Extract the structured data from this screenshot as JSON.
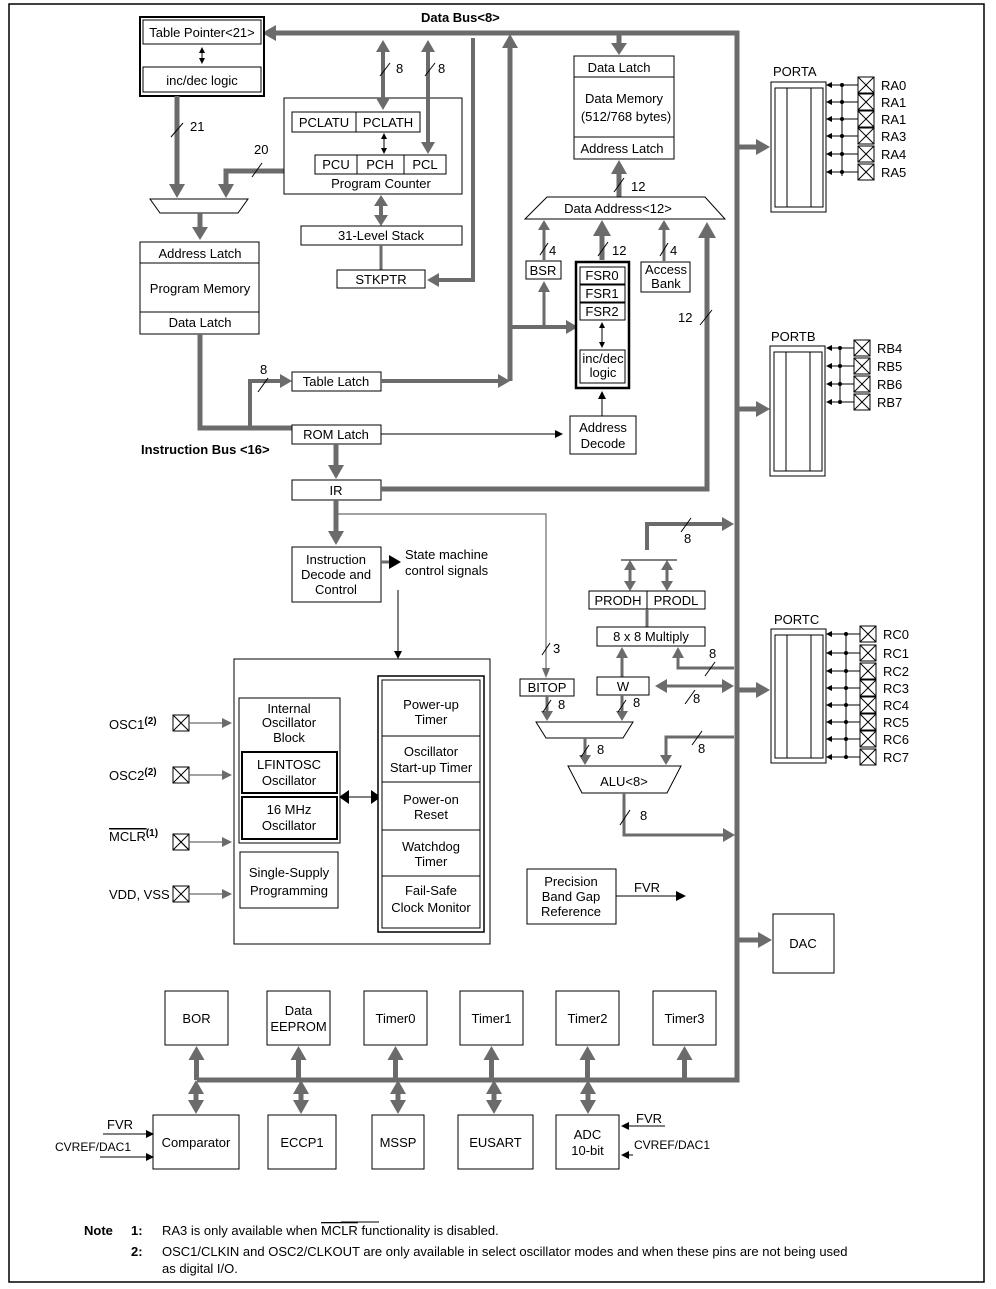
{
  "data_bus": "Data Bus<8>",
  "instruction_bus": "Instruction Bus <16>",
  "table_pointer": "Table Pointer<21>",
  "inc_dec_logic": "inc/dec logic",
  "pclatu": "PCLATU",
  "pclath": "PCLATH",
  "pcu": "PCU",
  "pch": "PCH",
  "pcl": "PCL",
  "program_counter": "Program Counter",
  "stack": "31-Level Stack",
  "stkptr": "STKPTR",
  "address_latch": "Address Latch",
  "program_memory": "Program Memory",
  "data_latch": "Data Latch",
  "table_latch": "Table Latch",
  "rom_latch": "ROM Latch",
  "ir": "IR",
  "instr_decode": [
    "Instruction",
    "Decode and",
    "Control"
  ],
  "state_machine": [
    "State machine",
    "control signals"
  ],
  "dm_data_latch": "Data Latch",
  "data_memory": [
    "Data Memory",
    "(512/768 bytes)"
  ],
  "dm_address_latch": "Address Latch",
  "data_address": "Data Address<12>",
  "bsr": "BSR",
  "fsr": [
    "FSR0",
    "FSR1",
    "FSR2"
  ],
  "fsr_incdec": [
    "inc/dec",
    "logic"
  ],
  "access_bank": [
    "Access",
    "Bank"
  ],
  "address_decode": [
    "Address",
    "Decode"
  ],
  "prodh": "PRODH",
  "prodl": "PRODL",
  "multiply": "8 x 8 Multiply",
  "bitop": "BITOP",
  "w_reg": "W",
  "alu": "ALU<8>",
  "bus_widths": {
    "w21": "21",
    "w20": "20",
    "w8": "8",
    "w12": "12",
    "w4": "4",
    "w3": "3"
  },
  "osc_block": [
    "Internal",
    "Oscillator",
    "Block"
  ],
  "lfintosc": [
    "LFINTOSC",
    "Oscillator"
  ],
  "mhz16": [
    "16 MHz",
    "Oscillator"
  ],
  "single_supply": [
    "Single-Supply",
    "Programming"
  ],
  "timers": [
    [
      "Power-up",
      "Timer"
    ],
    [
      "Oscillator",
      "Start-up Timer"
    ],
    [
      "Power-on",
      "Reset"
    ],
    [
      "Watchdog",
      "Timer"
    ],
    [
      "Fail-Safe",
      "Clock Monitor"
    ]
  ],
  "pins_left": {
    "osc1": "OSC1",
    "osc1_sup": "(2)",
    "osc2": "OSC2",
    "osc2_sup": "(2)",
    "mclr": "MCLR",
    "mclr_sup": "(1)",
    "vdd": "VDD, VSS"
  },
  "band_gap": [
    "Precision",
    "Band Gap",
    "Reference"
  ],
  "fvr": "FVR",
  "porta": "PORTA",
  "porta_pins": [
    "RA0",
    "RA1",
    "RA1",
    "RA3",
    "RA4",
    "RA5"
  ],
  "portb": "PORTB",
  "portb_pins": [
    "RB4",
    "RB5",
    "RB6",
    "RB7"
  ],
  "portc": "PORTC",
  "portc_pins": [
    "RC0",
    "RC1",
    "RC2",
    "RC3",
    "RC4",
    "RC5",
    "RC6",
    "RC7"
  ],
  "dac": "DAC",
  "top_periph": [
    [
      "BOR"
    ],
    [
      "Data",
      "EEPROM"
    ],
    [
      "Timer0"
    ],
    [
      "Timer1"
    ],
    [
      "Timer2"
    ],
    [
      "Timer3"
    ]
  ],
  "bottom_periph": [
    [
      "Comparator"
    ],
    [
      "ECCP1"
    ],
    [
      "MSSP"
    ],
    [
      "EUSART"
    ],
    [
      "ADC",
      "10-bit"
    ]
  ],
  "comp_in": {
    "fvr": "FVR",
    "cvref": "CVREF/DAC1"
  },
  "adc_in": {
    "fvr": "FVR",
    "cvref": "CVREF/DAC1"
  },
  "notes": {
    "label": "Note",
    "n1_num": "1:",
    "n1_pre": "RA3 is only available when ",
    "n1_mclr": "MCLR",
    "n1_post": " functionality is disabled.",
    "n2_num": "2:",
    "n2_l1": "OSC1/CLKIN and OSC2/CLKOUT are only available in select oscillator modes and when these pins are not being used",
    "n2_l2": "as digital I/O."
  }
}
